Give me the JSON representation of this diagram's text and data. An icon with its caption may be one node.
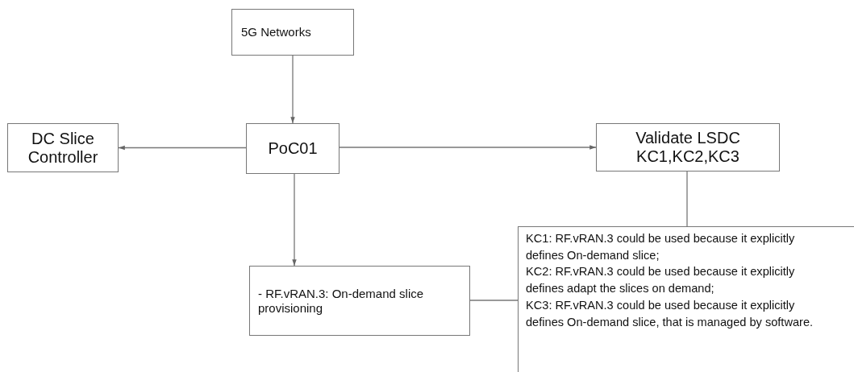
{
  "diagram": {
    "nodes": [
      {
        "text": [
          "5G Networks"
        ]
      },
      {
        "text": [
          "DC Slice Controller"
        ]
      },
      {
        "text": [
          "PoC01"
        ]
      },
      {
        "text": [
          "Validate LSDC KC1,KC2,KC3"
        ]
      },
      {
        "text": [
          "- RF.vRAN.3: On-demand slice provisioning"
        ]
      },
      {
        "text": [
          "KC1: RF.vRAN.3 could be used because it explicitly defines On-demand slice;",
          "KC2: RF.vRAN.3 could be used because it explicitly defines adapt the slices on demand;",
          "KC3: RF.vRAN.3 could be used because it explicitly defines On-demand slice, that is managed by software."
        ]
      }
    ],
    "edges": [
      {
        "from": 0,
        "to": 2,
        "arrow": "to"
      },
      {
        "from": 2,
        "to": 1,
        "arrow": "to"
      },
      {
        "from": 2,
        "to": 3,
        "arrow": "to"
      },
      {
        "from": 2,
        "to": 4,
        "arrow": "to"
      },
      {
        "from": 3,
        "to": 5,
        "arrow": "none"
      },
      {
        "from": 4,
        "to": 5,
        "arrow": "none"
      }
    ]
  }
}
